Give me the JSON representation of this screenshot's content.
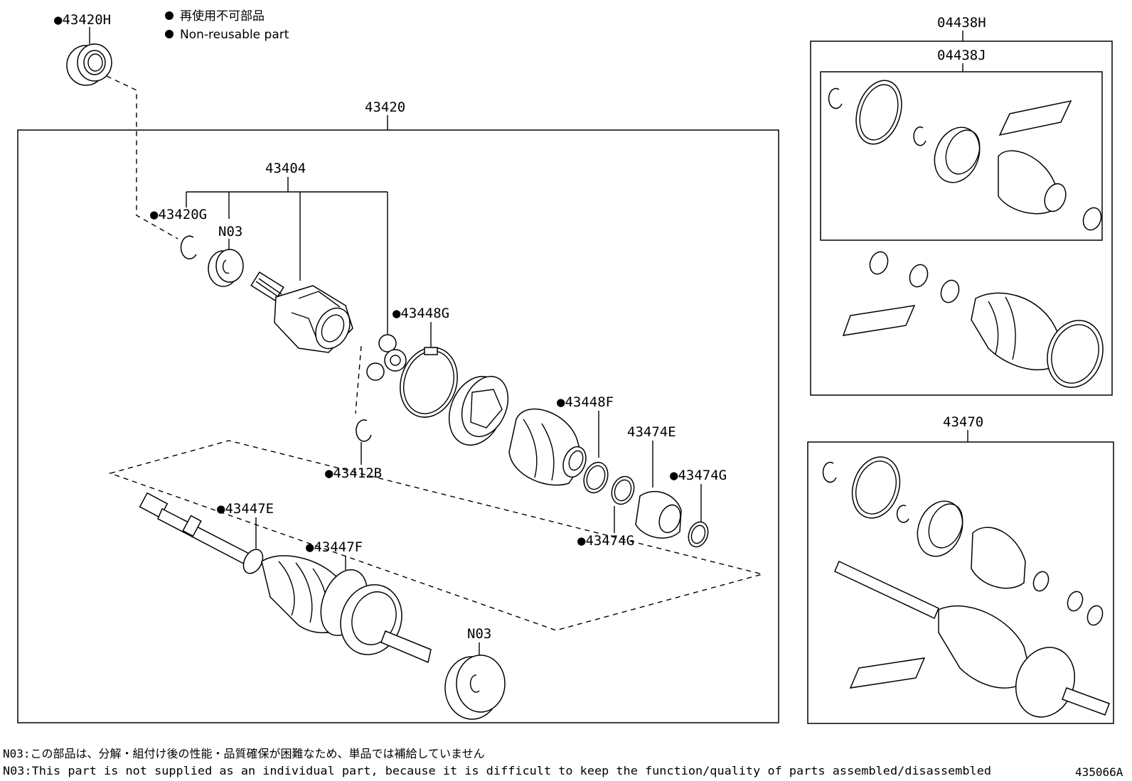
{
  "legend": {
    "symbol": "●",
    "line1": "再使用不可部品",
    "line2": "Non-reusable part"
  },
  "labels": {
    "p43420H": "●43420H",
    "p43420": "43420",
    "p43404": "43404",
    "p43420G": "●43420G",
    "n03_top": "N03",
    "p43448G": "●43448G",
    "p43412B": "●43412B",
    "p43448F": "●43448F",
    "p43474E": "43474E",
    "p43474G_right": "●43474G",
    "p43474G_lower": "●43474G",
    "p43447E": "●43447E",
    "p43447F": "●43447F",
    "n03_bottom": "N03",
    "p04438H": "04438H",
    "p04438J": "04438J",
    "p43470": "43470"
  },
  "notes": {
    "jp": "N03:この部品は、分解・組付け後の性能・品質確保が困難なため、単品では補給していません",
    "en": "N03:This part is not supplied as an individual part, because it is difficult to keep the function/quality of parts assembled/disassembled"
  },
  "figure_id": "435066A"
}
